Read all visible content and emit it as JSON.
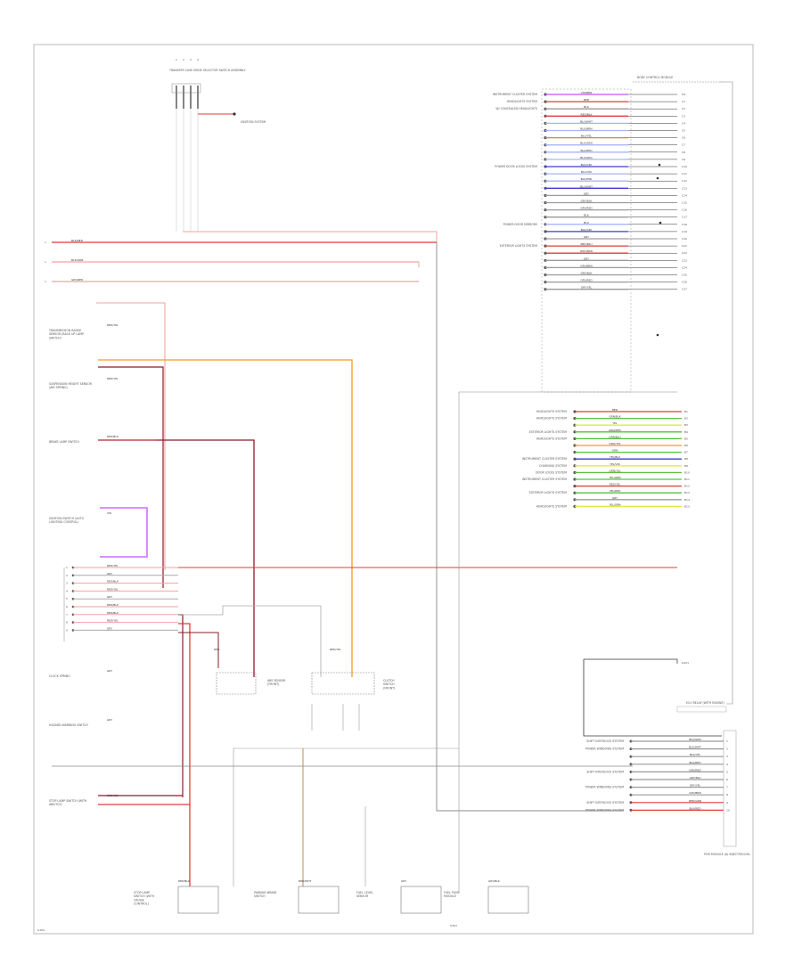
{
  "colors": {
    "red": "#e23b3b",
    "pink": "#f3a2a2",
    "darkred": "#8b1c2a",
    "orange": "#f59a1e",
    "blue": "#3c3cd6",
    "lightblue": "#a7b6f0",
    "violet": "#c54dff",
    "green": "#56c23d",
    "yellow": "#e5e543",
    "brown": "#bc8d52",
    "gray": "#9a9a9a",
    "border": "#bbbbbb"
  },
  "top": {
    "switch_label": "TRANSFER CASE MODE SELECTOR SWITCH ASSEMBLY",
    "pins": [
      "1",
      "2",
      "3",
      "4"
    ],
    "dest": "IGNITION SYSTEM"
  },
  "right": {
    "connector_label": "BODY CONTROL MODULE",
    "upper_rows": [
      {
        "dest": "INSTRUMENT CLUSTER SYSTEM",
        "wire": "VIO/BRN",
        "color": "violet",
        "pin": "M1"
      },
      {
        "dest": "HEADLIGHTS SYSTEM",
        "wire": "RED",
        "color": "red",
        "pin": "C1"
      },
      {
        "dest": "W/ CONCEALED HEADLIGHTS",
        "wire": "BLK",
        "color": "gray",
        "pin": "C2"
      },
      {
        "dest": "",
        "wire": "RED/BLK",
        "color": "red",
        "pin": "C3"
      },
      {
        "dest": "",
        "wire": "BLU/WHT",
        "color": "lightblue",
        "pin": "C4"
      },
      {
        "dest": "",
        "wire": "BLU/BRN",
        "color": "lightblue",
        "pin": "C5"
      },
      {
        "dest": "",
        "wire": "BLU/YEL",
        "color": "brown",
        "pin": "C6"
      },
      {
        "dest": "",
        "wire": "BLU/GRN",
        "color": "lightblue",
        "pin": "C7"
      },
      {
        "dest": "",
        "wire": "BLU/RED",
        "color": "lightblue",
        "pin": "C8"
      },
      {
        "dest": "",
        "wire": "BLU/ORG",
        "color": "lightblue",
        "pin": "C9"
      },
      {
        "dest": "POWER DOOR LOCKS SYSTEM",
        "wire": "BLU/GRY",
        "color": "blue",
        "pin": "C10"
      },
      {
        "dest": "",
        "wire": "BLU/VIO",
        "color": "lightblue",
        "pin": "C11"
      },
      {
        "dest": "",
        "wire": "BLU/PNK",
        "color": "lightblue",
        "pin": "C12"
      },
      {
        "dest": "",
        "wire": "BLU/WHT",
        "color": "blue",
        "pin": "C13"
      },
      {
        "dest": "",
        "wire": "GRY",
        "color": "gray",
        "pin": "C14"
      },
      {
        "dest": "",
        "wire": "GRY/BLK",
        "color": "gray",
        "pin": "C15"
      },
      {
        "dest": "",
        "wire": "GRY/RED",
        "color": "gray",
        "pin": "C16"
      },
      {
        "dest": "",
        "wire": "BLK",
        "color": "gray",
        "pin": "C17"
      },
      {
        "dest": "POWER DOOR MIRRORS",
        "wire": "BLU",
        "color": "lightblue",
        "pin": "C18"
      },
      {
        "dest": "",
        "wire": "BLU/GRY",
        "color": "blue",
        "pin": "C19"
      },
      {
        "dest": "",
        "wire": "GRY",
        "color": "gray",
        "pin": "C20"
      },
      {
        "dest": "EXTERIOR LIGHTS SYSTEM",
        "wire": "RED/BLU",
        "color": "red",
        "pin": "C21"
      },
      {
        "dest": "",
        "wire": "RED/BRN",
        "color": "red",
        "pin": "C22"
      },
      {
        "dest": "",
        "wire": "GRY",
        "color": "gray",
        "pin": "C23"
      },
      {
        "dest": "",
        "wire": "GRY/BRN",
        "color": "gray",
        "pin": "C24"
      },
      {
        "dest": "",
        "wire": "GRY/BLK",
        "color": "gray",
        "pin": "C25"
      },
      {
        "dest": "",
        "wire": "GRY/RED",
        "color": "gray",
        "pin": "C26"
      },
      {
        "dest": "",
        "wire": "GRY/YEL",
        "color": "gray",
        "pin": "C27"
      }
    ],
    "lower_rows": [
      {
        "dest": "HEADLIGHTS SYSTEM",
        "wire": "RED",
        "color": "red",
        "pin": "B1"
      },
      {
        "dest": "HEADLIGHTS SYSTEM",
        "wire": "GRN/BLK",
        "color": "green",
        "pin": "B2"
      },
      {
        "dest": "",
        "wire": "YEL",
        "color": "yellow",
        "pin": "B3"
      },
      {
        "dest": "EXTERIOR LIGHTS SYSTEM",
        "wire": "GRN/RED",
        "color": "green",
        "pin": "B4"
      },
      {
        "dest": "HEADLIGHTS SYSTEM",
        "wire": "GRN/BLU",
        "color": "green",
        "pin": "B5"
      },
      {
        "dest": "",
        "wire": "ORG/YEL",
        "color": "orange",
        "pin": "B6"
      },
      {
        "dest": "",
        "wire": "GRN",
        "color": "green",
        "pin": "B7"
      },
      {
        "dest": "INSTRUMENT CLUSTER SYSTEM",
        "wire": "YEL/BLU",
        "color": "blue",
        "pin": "B8"
      },
      {
        "dest": "CHARGING SYSTEM",
        "wire": "YEL/VIO",
        "color": "yellow",
        "pin": "B9"
      },
      {
        "dest": "DOOR LOCKS SYSTEM",
        "wire": "GRN/YEL",
        "color": "green",
        "pin": "B10"
      },
      {
        "dest": "INSTRUMENT CLUSTER SYSTEM",
        "wire": "YEL/GRN",
        "color": "green",
        "pin": "B11"
      },
      {
        "dest": "",
        "wire": "RED/YEL",
        "color": "red",
        "pin": "B12"
      },
      {
        "dest": "EXTERIOR LIGHTS SYSTEM",
        "wire": "YEL/RED",
        "color": "green",
        "pin": "B13"
      },
      {
        "dest": "",
        "wire": "GRY",
        "color": "gray",
        "pin": "B14"
      },
      {
        "dest": "HEADLIGHTS SYSTEM",
        "wire": "YEL/GRN",
        "color": "yellow",
        "pin": "B15"
      }
    ],
    "bottom_connector_label": "PCM MODULE (A) INJECTOR/COIL",
    "bottom_rows": [
      {
        "dest": "SHIFT INTERLOCK SYSTEM",
        "wire": "BLK/GRN",
        "color": "gray",
        "pin": "1"
      },
      {
        "dest": "POWER WINDOWS SYSTEM",
        "wire": "BLK/WHT",
        "color": "gray",
        "pin": "2"
      },
      {
        "dest": "",
        "wire": "BLK/YEL",
        "color": "gray",
        "pin": "3"
      },
      {
        "dest": "",
        "wire": "BLK/RED",
        "color": "gray",
        "pin": "4"
      },
      {
        "dest": "SHIFT INTERLOCK SYSTEM",
        "wire": "GRY/RED",
        "color": "gray",
        "pin": "5"
      },
      {
        "dest": "",
        "wire": "GRY/BLU",
        "color": "gray",
        "pin": "6"
      },
      {
        "dest": "POWER WINDOWS SYSTEM",
        "wire": "GRY/YEL",
        "color": "gray",
        "pin": "7"
      },
      {
        "dest": "",
        "wire": "GRY/BRN",
        "color": "gray",
        "pin": "8"
      },
      {
        "dest": "SHIFT INTERLOCK SYSTEM",
        "wire": "RED/GRN",
        "color": "red",
        "pin": "9"
      },
      {
        "dest": "POWER WINDOWS SYSTEM",
        "wire": "BLU/RED",
        "color": "red",
        "pin": "10"
      }
    ],
    "relay_label": "ECU RELAY (WITH ENGINE)"
  },
  "left": {
    "buses": [
      {
        "label": "BLK/RED",
        "color": "red"
      },
      {
        "label": "BLK/ORN",
        "color": "pink"
      },
      {
        "label": "GRY/RED",
        "color": "pink"
      }
    ],
    "components": [
      {
        "label": "TRANSMISSION RANGE SENSOR (BACK UP LAMP SWITCH)",
        "wire": "RED/YEL"
      },
      {
        "label": "SUSPENSION HEIGHT SENSOR (AIR SPRING)",
        "wire": "RED/YEL"
      },
      {
        "label": "BRAKE LAMP SWITCH",
        "wire": "RED/BLK"
      },
      {
        "label": "IGNITION SWITCH (AUTO LIGHTING CONTROL)",
        "wire": "VIO"
      },
      {
        "label": "CLOCK SPRING",
        "wire": "GRY"
      },
      {
        "label": "HAZARD WARNING SWITCH",
        "wire": "GRY"
      },
      {
        "label": "STOP LAMP SWITCH (WITH ABS/TCS)",
        "wire": "RED/YEL"
      }
    ],
    "harness_rows": [
      {
        "wire": "RED/YEL",
        "pin": "1"
      },
      {
        "wire": "GRY",
        "pin": "2"
      },
      {
        "wire": "RED/BLK",
        "pin": "3"
      },
      {
        "wire": "RED/YEL",
        "pin": "4"
      },
      {
        "wire": "GRY",
        "pin": "5"
      },
      {
        "wire": "RED/BLK",
        "pin": "6"
      },
      {
        "wire": "RED/BLK",
        "pin": "7"
      },
      {
        "wire": "RED/YEL",
        "pin": "8"
      },
      {
        "wire": "GRY",
        "pin": "9"
      }
    ]
  },
  "bottom": {
    "components": [
      {
        "label": "STOP LAMP SWITCH (WITH CRUISE CONTROL)",
        "wire": "RED/BLK"
      },
      {
        "label": "PARKING BRAKE SWITCH",
        "wire": "RED/WHT"
      },
      {
        "label": "FUEL LEVEL SENSOR",
        "wire": "GRY"
      },
      {
        "label": "FUEL PUMP MODULE",
        "wire": "GRY/BLK"
      }
    ],
    "middle_components": [
      {
        "label": "ABS SENSOR (FRONT)",
        "wire": "RED"
      },
      {
        "label": "CLUTCH SWITCH (FRONT)",
        "wire": "RED/YEL"
      }
    ],
    "ground": "G301"
  }
}
